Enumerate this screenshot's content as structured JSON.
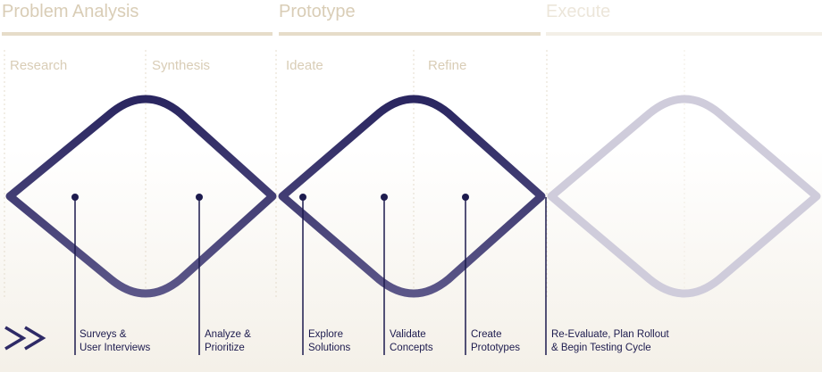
{
  "phases": [
    {
      "title": "Problem Analysis"
    },
    {
      "title": "Prototype"
    },
    {
      "title": "Execute"
    }
  ],
  "subphases": [
    {
      "title": "Research"
    },
    {
      "title": "Synthesis"
    },
    {
      "title": "Ideate"
    },
    {
      "title": "Refine"
    }
  ],
  "steps": [
    {
      "line1": "Surveys &",
      "line2": "User Interviews"
    },
    {
      "line1": "Analyze &",
      "line2": "Prioritize"
    },
    {
      "line1": "Explore",
      "line2": "Solutions"
    },
    {
      "line1": "Validate",
      "line2": "Concepts"
    },
    {
      "line1": "Create",
      "line2": "Prototypes"
    },
    {
      "line1": "Re-Evaluate, Plan Rollout",
      "line2": "& Begin Testing Cycle"
    }
  ],
  "colors": {
    "diamond_active": "#2e2a66",
    "diamond_faded": "#cfccdb",
    "marker": "#1d1b4e",
    "label_muted": "#d9cdb6"
  },
  "icons": {
    "progress_chevron": "double-chevron-right-icon"
  }
}
